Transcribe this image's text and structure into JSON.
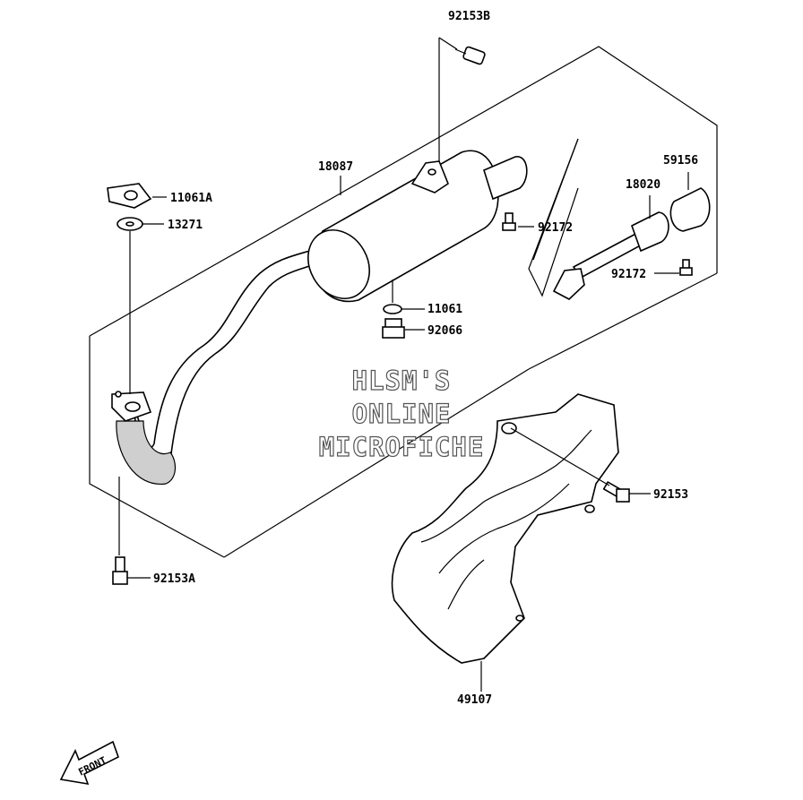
{
  "diagram": {
    "parts": [
      {
        "number": "92153B"
      },
      {
        "number": "18087"
      },
      {
        "number": "11061A"
      },
      {
        "number": "13271"
      },
      {
        "number": "92172"
      },
      {
        "number": "59156"
      },
      {
        "number": "18020"
      },
      {
        "number": "92172"
      },
      {
        "number": "11061"
      },
      {
        "number": "92066"
      },
      {
        "number": "92153"
      },
      {
        "number": "92153A"
      },
      {
        "number": "49107"
      }
    ],
    "watermark": [
      "HLSM'S",
      "ONLINE",
      "MICROFICHE"
    ],
    "direction_marker": "FRONT"
  }
}
